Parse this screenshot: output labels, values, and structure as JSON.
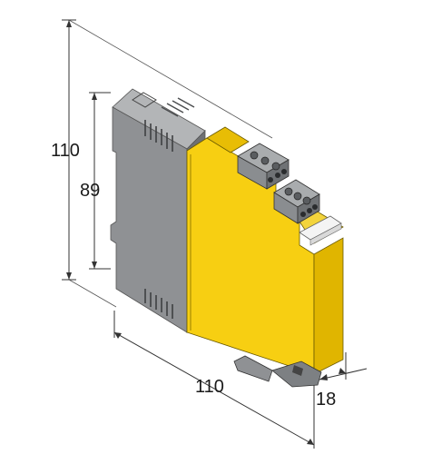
{
  "dimensions": {
    "total_height": "110",
    "housing_height": "89",
    "depth": "110",
    "width": "18"
  },
  "colors": {
    "housing_gray": "#8f9194",
    "housing_gray_dark": "#6e7073",
    "front_yellow": "#f7cf12",
    "front_yellow_shade": "#e0b500",
    "terminal_gray": "#9fa2a4",
    "dimension_line": "#333333"
  }
}
